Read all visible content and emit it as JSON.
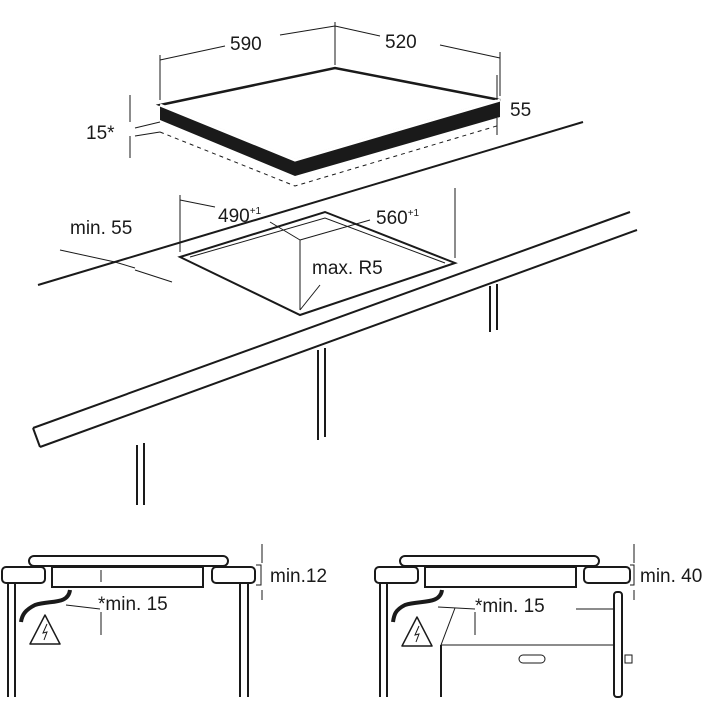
{
  "top_view": {
    "hob_width": "590",
    "hob_depth": "520",
    "hob_height": "55",
    "hob_offset": "15*",
    "min_edge": "min. 55",
    "cutout_width": "490",
    "cutout_width_tol": "+1",
    "cutout_depth": "560",
    "cutout_depth_tol": "+1",
    "corner_radius": "max. R5"
  },
  "section_left": {
    "worktop_min": "min.12",
    "clearance": "*min. 15"
  },
  "section_right": {
    "worktop_min": "min. 40",
    "clearance": "*min. 15"
  },
  "icons": [
    "electric-hazard-icon"
  ]
}
